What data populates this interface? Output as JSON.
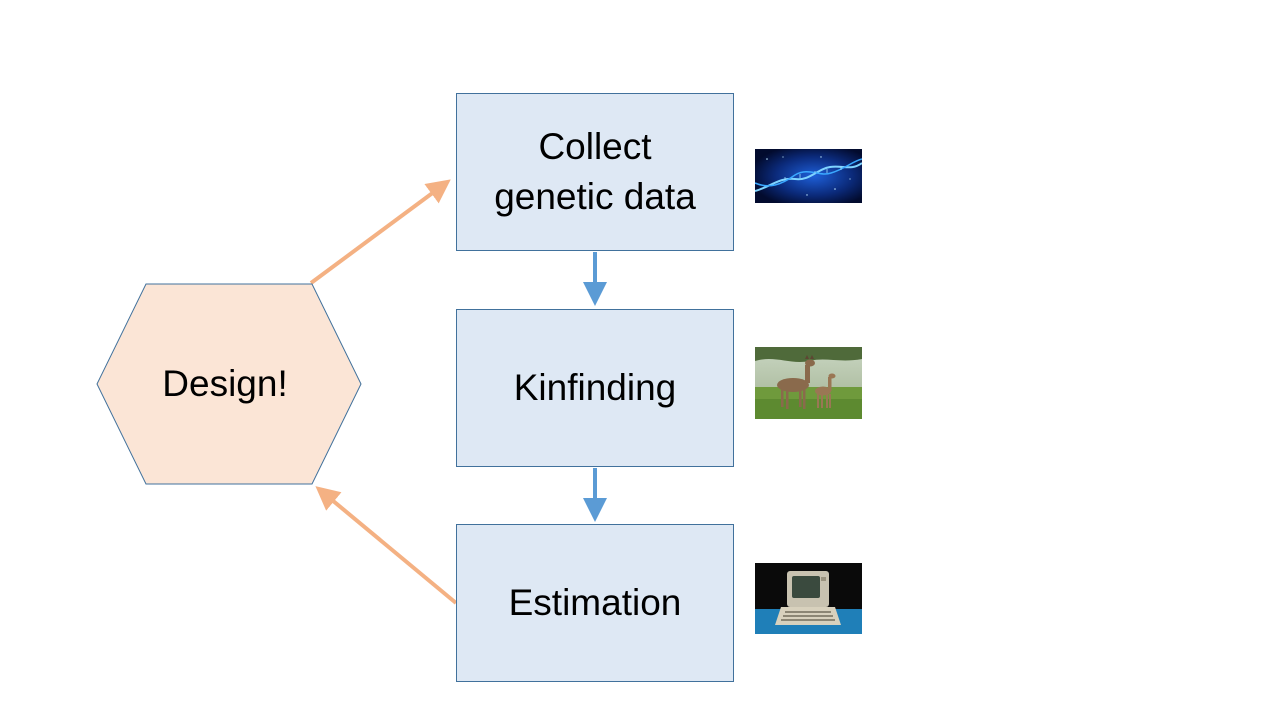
{
  "colors": {
    "box_fill": "#dee8f4",
    "box_border": "#41719c",
    "hexagon_fill": "#fbe5d6",
    "hexagon_border": "#41719c",
    "down_arrow": "#5b9bd5",
    "feedback_arrow": "#f4b183"
  },
  "hexagon": {
    "label": "Design!"
  },
  "steps": [
    {
      "label_line1": "Collect",
      "label_line2": "genetic data",
      "image": "dna-helix-image"
    },
    {
      "label": "Kinfinding",
      "image": "deer-image"
    },
    {
      "label": "Estimation",
      "image": "vintage-computer-image"
    }
  ]
}
